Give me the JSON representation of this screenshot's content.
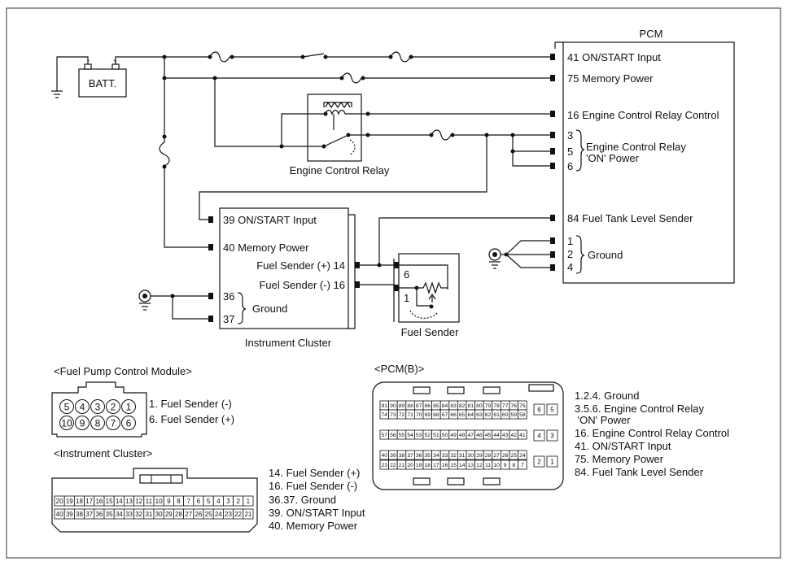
{
  "colors": {
    "ink": "#111111",
    "background": "#ffffff"
  },
  "battery": {
    "label": "BATT.",
    "neg": "-",
    "pos": "+"
  },
  "pcm": {
    "title": "PCM",
    "pins": [
      {
        "num": "41",
        "label": "ON/START Input"
      },
      {
        "num": "75",
        "label": "Memory Power"
      },
      {
        "num": "16",
        "label": "Engine Control Relay Control"
      },
      {
        "num": "3",
        "label": ""
      },
      {
        "num": "5",
        "label": ""
      },
      {
        "num": "6",
        "label": ""
      },
      {
        "num": "84",
        "label": "Fuel Tank Level Sender"
      },
      {
        "num": "1",
        "label": ""
      },
      {
        "num": "2",
        "label": ""
      },
      {
        "num": "4",
        "label": ""
      }
    ],
    "relay_power_label_1": "Engine Control Relay",
    "relay_power_label_2": "'ON' Power",
    "ground_label": "Ground"
  },
  "relay": {
    "label": "Engine Control Relay"
  },
  "cluster": {
    "label": "Instrument Cluster",
    "pins": [
      {
        "num": "39",
        "label": "ON/START Input"
      },
      {
        "num": "40",
        "label": "Memory Power"
      },
      {
        "num": "14",
        "label": "Fuel Sender (+)"
      },
      {
        "num": "16",
        "label": "Fuel Sender (-)"
      },
      {
        "num": "36",
        "label": ""
      },
      {
        "num": "37",
        "label": ""
      }
    ],
    "ground_label": "Ground"
  },
  "sender": {
    "label": "Fuel Sender",
    "pin_top": "6",
    "pin_bottom": "1"
  },
  "fpcm_connector": {
    "title": "<Fuel Pump Control Module>",
    "row1": [
      "5",
      "4",
      "3",
      "2",
      "1"
    ],
    "row2": [
      "10",
      "9",
      "8",
      "7",
      "6"
    ],
    "legend": [
      "1. Fuel Sender (-)",
      "6. Fuel Sender (+)"
    ]
  },
  "cluster_connector": {
    "title": "<Instrument Cluster>",
    "row1": [
      "20",
      "19",
      "18",
      "17",
      "16",
      "15",
      "14",
      "13",
      "12",
      "11",
      "10",
      "9",
      "8",
      "7",
      "6",
      "5",
      "4",
      "3",
      "2",
      "1"
    ],
    "row2": [
      "40",
      "39",
      "38",
      "37",
      "36",
      "35",
      "34",
      "33",
      "32",
      "31",
      "30",
      "29",
      "28",
      "27",
      "26",
      "25",
      "24",
      "23",
      "22",
      "21"
    ],
    "legend": [
      "14. Fuel Sender (+)",
      "16. Fuel Sender (-)",
      "36.37. Ground",
      "39. ON/START Input",
      "40. Memory Power"
    ]
  },
  "pcmb_connector": {
    "title": "<PCM(B)>",
    "row1": [
      "91",
      "90",
      "89",
      "88",
      "87",
      "86",
      "85",
      "84",
      "83",
      "82",
      "81",
      "80",
      "79",
      "78",
      "77",
      "76",
      "75"
    ],
    "row2": [
      "74",
      "73",
      "72",
      "71",
      "70",
      "69",
      "68",
      "67",
      "66",
      "65",
      "64",
      "63",
      "62",
      "61",
      "60",
      "59",
      "58"
    ],
    "row3": [
      "57",
      "56",
      "55",
      "54",
      "53",
      "52",
      "51",
      "50",
      "49",
      "48",
      "47",
      "46",
      "45",
      "44",
      "43",
      "42",
      "41"
    ],
    "row4": [
      "40",
      "39",
      "38",
      "37",
      "36",
      "35",
      "34",
      "33",
      "32",
      "31",
      "30",
      "29",
      "28",
      "27",
      "26",
      "25",
      "24"
    ],
    "row5": [
      "23",
      "22",
      "21",
      "20",
      "19",
      "18",
      "17",
      "16",
      "15",
      "14",
      "13",
      "12",
      "11",
      "10",
      "9",
      "8",
      "7"
    ],
    "side": [
      "6",
      "5",
      "4",
      "3",
      "2",
      "1"
    ],
    "legend": [
      "1.2.4. Ground",
      "3.5.6. Engine Control Relay",
      " 'ON' Power",
      "16. Engine Control Relay Control",
      "41. ON/START Input",
      "75. Memory Power",
      "84. Fuel Tank Level Sender"
    ]
  }
}
